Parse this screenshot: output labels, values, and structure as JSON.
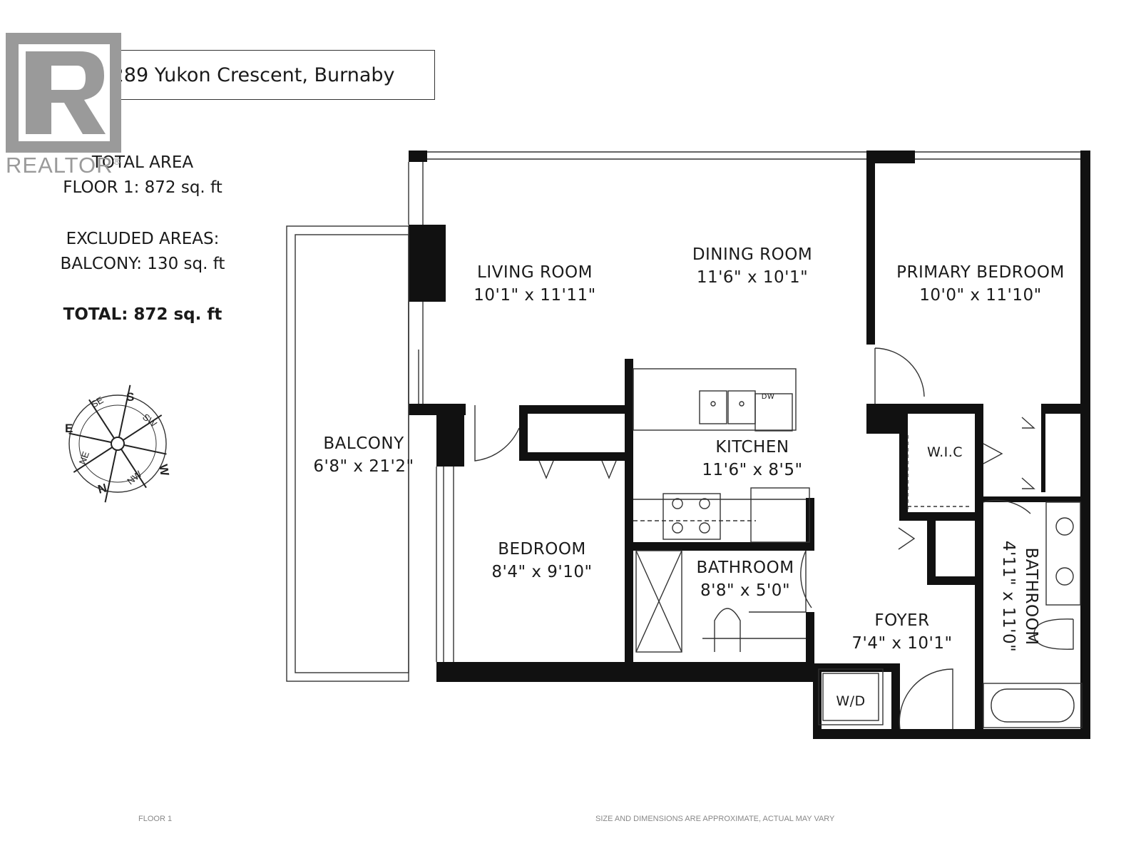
{
  "address": "1006-2289 Yukon Crescent, Burnaby",
  "logo": {
    "text": "REALTOR",
    "mark": "®",
    "icon": "realtor-r-icon"
  },
  "areas": {
    "total_heading": "TOTAL AREA",
    "floor1": "FLOOR 1: 872 sq. ft",
    "excluded_heading": "EXCLUDED AREAS:",
    "balcony": "BALCONY: 130 sq. ft",
    "total": "TOTAL: 872 sq. ft"
  },
  "compass": {
    "S": "S",
    "SE": "SE",
    "SW": "SW",
    "E": "E",
    "W": "W",
    "NE": "NE",
    "NW": "NW",
    "N": "N"
  },
  "rooms": {
    "living": {
      "name": "LIVING ROOM",
      "size": "10'1\" x 11'11\""
    },
    "dining": {
      "name": "DINING ROOM",
      "size": "11'6\" x 10'1\""
    },
    "primary": {
      "name": "PRIMARY BEDROOM",
      "size": "10'0\" x 11'10\""
    },
    "balcony": {
      "name": "BALCONY",
      "size": "6'8\" x 21'2\""
    },
    "kitchen": {
      "name": "KITCHEN",
      "size": "11'6\" x 8'5\""
    },
    "wic": {
      "name": "W.I.C"
    },
    "bedroom": {
      "name": "BEDROOM",
      "size": "8'4\" x 9'10\""
    },
    "bath1": {
      "name": "BATHROOM",
      "size": "8'8\" x 5'0\""
    },
    "bath2": {
      "name": "BATHROOM",
      "size": "4'11\" x 11'0\""
    },
    "foyer": {
      "name": "FOYER",
      "size": "7'4\" x 10'1\""
    },
    "wd": {
      "name": "W/D"
    },
    "dw": "DW"
  },
  "footer": {
    "floor": "FLOOR 1",
    "disclaimer": "SIZE AND DIMENSIONS ARE APPROXIMATE, ACTUAL MAY VARY"
  },
  "colors": {
    "wall": "#111111",
    "line": "#333333",
    "logo": "#9a9a9a"
  }
}
